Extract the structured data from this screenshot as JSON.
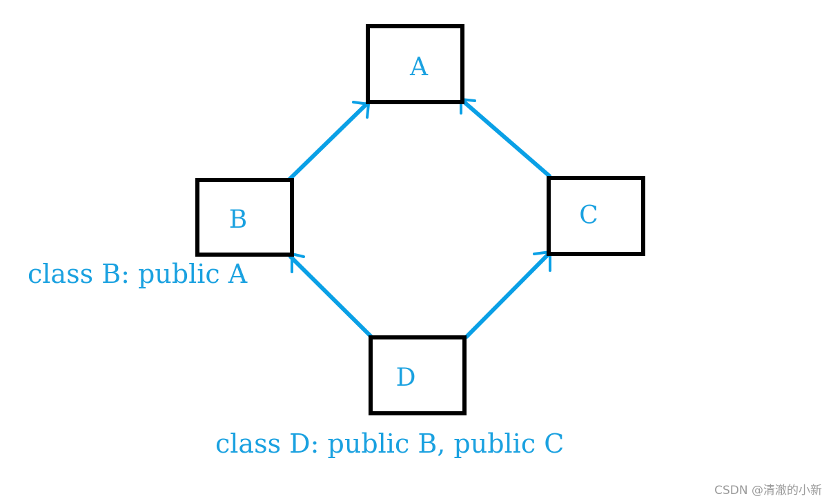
{
  "diagram": {
    "nodes": [
      {
        "id": "A",
        "label": "A"
      },
      {
        "id": "B",
        "label": "B"
      },
      {
        "id": "C",
        "label": "C"
      },
      {
        "id": "D",
        "label": "D"
      }
    ],
    "edges": [
      {
        "from": "B",
        "to": "A"
      },
      {
        "from": "C",
        "to": "A"
      },
      {
        "from": "D",
        "to": "B"
      },
      {
        "from": "D",
        "to": "C"
      }
    ],
    "colors": {
      "box_stroke": "#000000",
      "arrow": "#0aa0e6",
      "text": "#1aa1e0"
    }
  },
  "annotations": {
    "class_b": "class B: public A",
    "class_d": "class D: public B, public C"
  },
  "watermark": "CSDN @清澈的小新"
}
